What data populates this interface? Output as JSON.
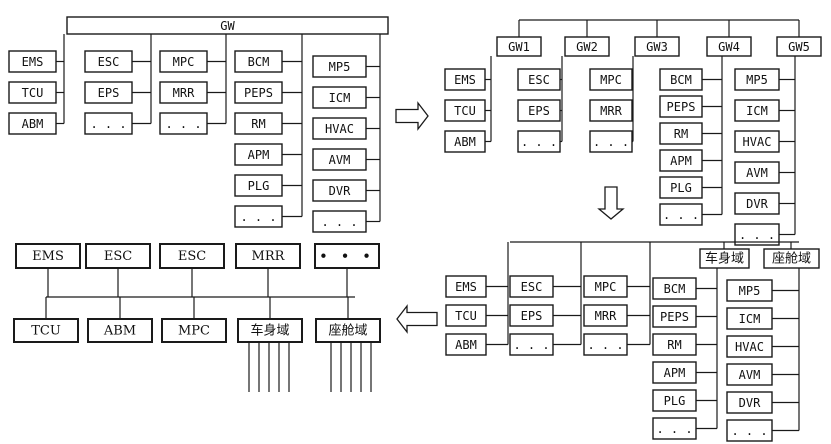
{
  "gw": "GW",
  "gateways": [
    "GW1",
    "GW2",
    "GW3",
    "GW4",
    "GW5"
  ],
  "groups": {
    "powertrain": [
      "EMS",
      "TCU",
      "ABM"
    ],
    "chassis1": [
      "ESC",
      "EPS",
      "..."
    ],
    "chassis2": [
      "MPC",
      "MRR",
      "..."
    ],
    "body": [
      "BCM",
      "PEPS",
      "RM",
      "APM",
      "PLG",
      "..."
    ],
    "cabin": [
      "MP5",
      "ICM",
      "HVAC",
      "AVM",
      "DVR",
      "..."
    ]
  },
  "domains": {
    "body": "车身域",
    "cabin": "座舱域"
  },
  "bus": {
    "top": [
      "EMS",
      "ESC",
      "ESC",
      "MRR",
      "• • •"
    ],
    "bottom": [
      "TCU",
      "ABM",
      "MPC",
      "车身域",
      "座舱域"
    ]
  }
}
